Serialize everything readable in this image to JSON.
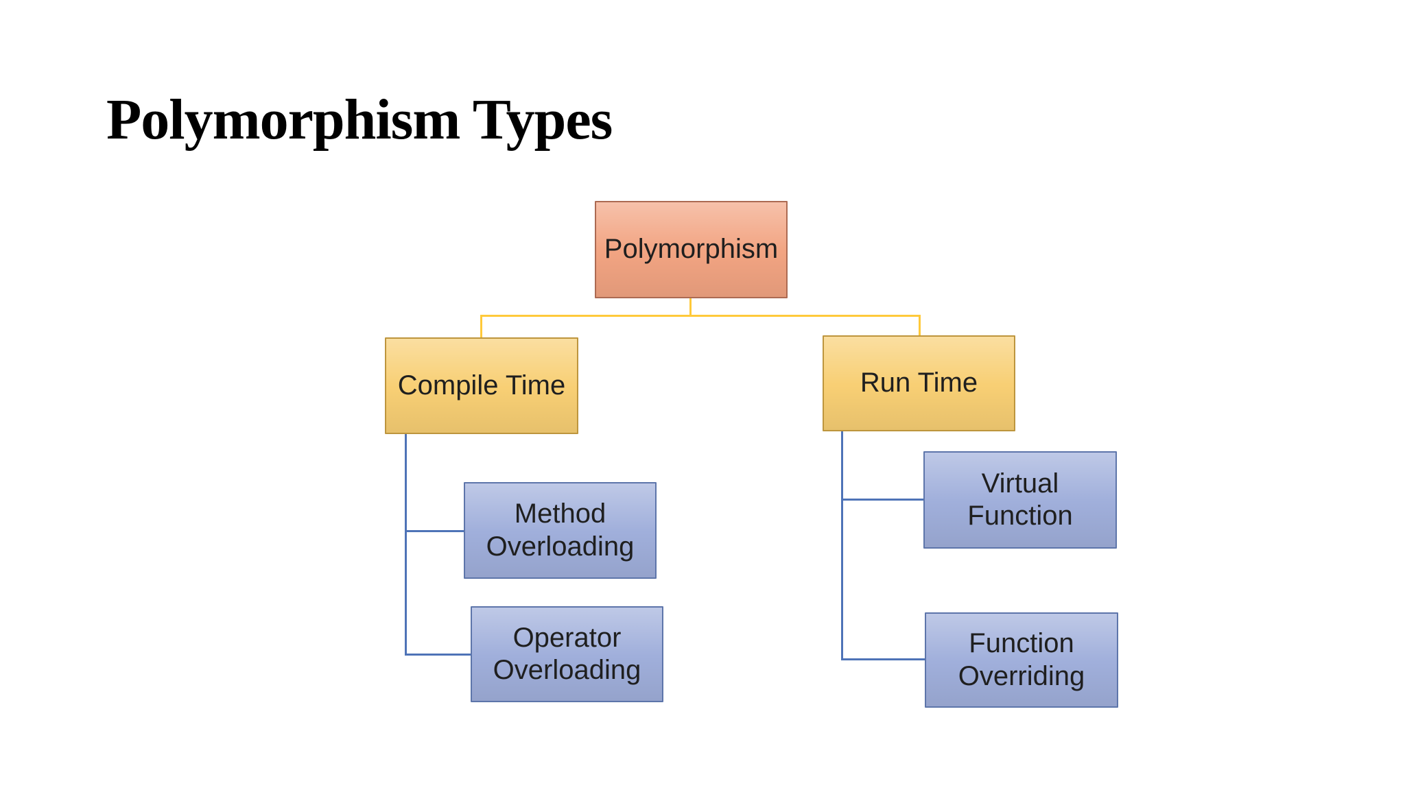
{
  "title": "Polymorphism Types",
  "diagram": {
    "type": "hierarchy-flowchart",
    "root": {
      "label": "Polymorphism"
    },
    "branches": [
      {
        "label": "Compile Time",
        "children": [
          {
            "label": "Method\nOverloading"
          },
          {
            "label": "Operator\nOverloading"
          }
        ]
      },
      {
        "label": "Run Time",
        "children": [
          {
            "label": "Virtual\nFunction"
          },
          {
            "label": "Function\nOverriding"
          }
        ]
      }
    ]
  },
  "colors": {
    "background": "#FFFFFF",
    "title_text": "#000000",
    "node_text": "#1F1F1F",
    "salmon_fill": "#F2A482",
    "salmon_border": "#AC6A52",
    "gold_fill": "#F8CF74",
    "gold_border": "#BD953D",
    "blue_fill": "#A0AFDB",
    "blue_border": "#5D75AA",
    "connector_gold": "#FFC93A",
    "connector_blue": "#4E73B7"
  }
}
